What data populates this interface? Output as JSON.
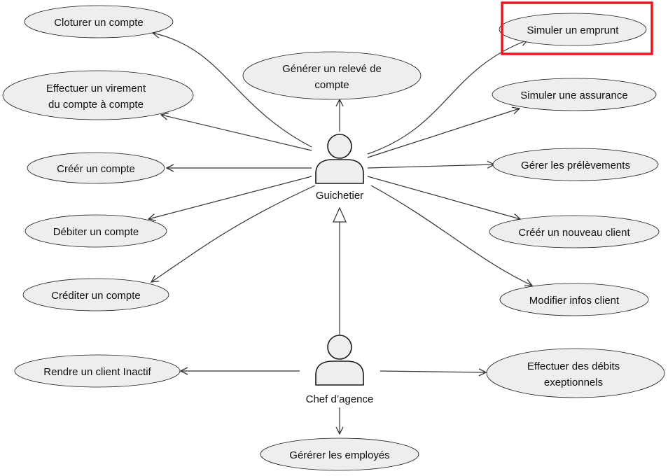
{
  "actors": {
    "guichetier": {
      "label": "Guichetier",
      "icon": "person-icon"
    },
    "chef": {
      "label": "Chef d’agence",
      "icon": "person-icon"
    }
  },
  "use_cases": {
    "cloturer": [
      "Cloturer un compte"
    ],
    "virement": [
      "Effectuer un virement",
      "du compte à compte"
    ],
    "creer_compte": [
      "Créér un compte"
    ],
    "debiter": [
      "Débiter un compte"
    ],
    "crediter": [
      "Créditer un compte"
    ],
    "releve": [
      "Générer un relevé de",
      "compte"
    ],
    "simuler_emprunt": [
      "Simuler un emprunt"
    ],
    "simuler_assurance": [
      "Simuler une assurance"
    ],
    "prelevements": [
      "Gérer les prélèvements"
    ],
    "nouveau_client": [
      "Créér un nouveau client"
    ],
    "modifier_client": [
      "Modifier infos client"
    ],
    "rendre_inactif": [
      "Rendre un client Inactif"
    ],
    "debits_exceptionnels": [
      "Effectuer des débits",
      "exeptionnels"
    ],
    "employes": [
      "Gérérer les employés"
    ]
  },
  "highlighted_use_case": "simuler_emprunt",
  "colors": {
    "ellipse_fill": "#eeeeee",
    "stroke": "#181818",
    "highlight": "#e2191f"
  }
}
